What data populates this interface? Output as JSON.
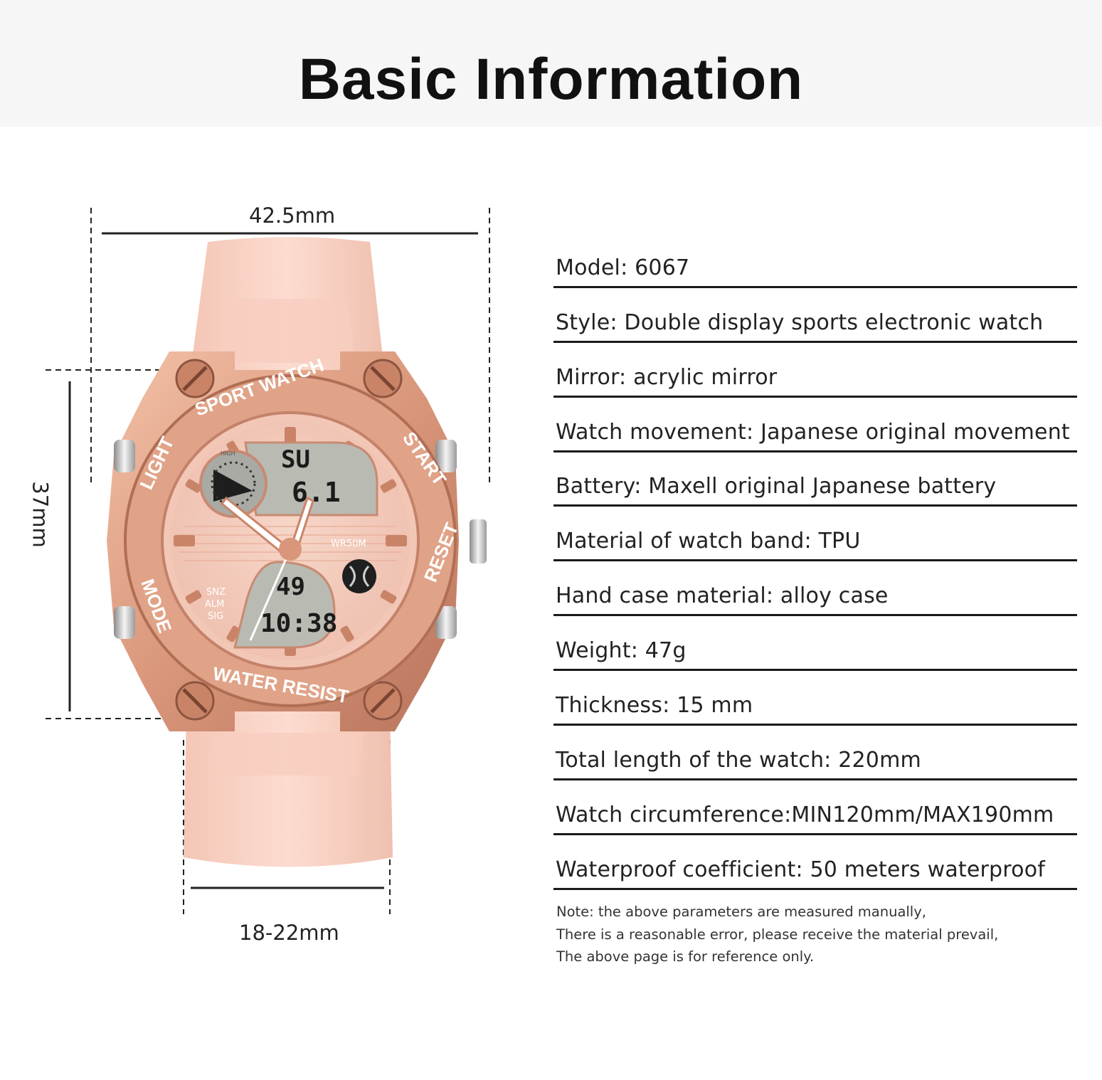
{
  "header": {
    "title": "Basic Information"
  },
  "dimensions": {
    "width_label": "42.5mm",
    "height_label": "37mm",
    "band_label": "18-22mm"
  },
  "watch_face": {
    "bezel_top": "SPORT WATCH",
    "bezel_bottom": "WATER RESIST",
    "bezel_left_top": "LIGHT",
    "bezel_right_top": "START",
    "bezel_left_bottom": "MODE",
    "bezel_right_bottom": "RESET",
    "dial_marking": "WR50M",
    "sub_labels": [
      "SNZ",
      "ALM",
      "SIG"
    ],
    "gauge_high": "HIGH",
    "lcd_top_day": "SU",
    "lcd_top_date": "6.1",
    "lcd_bottom_seconds": "49",
    "lcd_bottom_time": "10:38",
    "colors": {
      "rose_gold": "#d9967a",
      "band": "#f9d3c6",
      "lcd": "#b9bab2"
    }
  },
  "specs": [
    "Model: 6067",
    "Style: Double display sports electronic watch",
    "Mirror: acrylic mirror",
    "Watch movement: Japanese original movement",
    "Battery: Maxell original Japanese battery",
    "Material of watch band: TPU",
    "Hand case material: alloy case",
    "Weight: 47g",
    "Thickness: 15 mm",
    "Total length of the watch: 220mm",
    "Watch circumference:MIN120mm/MAX190mm",
    "Waterproof coefficient: 50 meters waterproof"
  ],
  "note": [
    "Note: the above parameters are measured manually,",
    "There is a reasonable error, please receive the material prevail,",
    "The above page is for reference only."
  ]
}
